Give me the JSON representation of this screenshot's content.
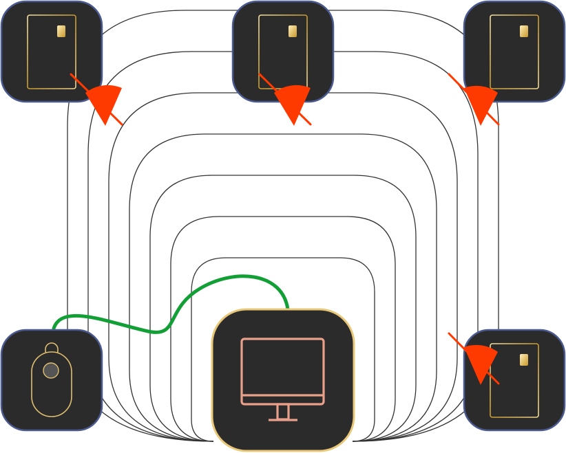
{
  "colors": {
    "background": "#ffffff",
    "tile_fill": "#2b2b2b",
    "tile_border": "#4a5a90",
    "center_tile_border": "#e8c878",
    "ring_stroke": "#333333",
    "connection": "#12a036",
    "blocked_signal": "#ff3a00",
    "card_outline_gold": "#d8b44a",
    "chip_gold": "#f0d080",
    "computer_icon": "#e8a08a",
    "tag_outline": "#e0c070",
    "tag_button": "#555555"
  },
  "diagram": {
    "center_node": {
      "name": "computer",
      "icon": "desktop-computer-icon"
    },
    "connected_nodes": [
      {
        "name": "tracking-tag",
        "icon": "bluetooth-tag-icon",
        "link_to": "computer"
      }
    ],
    "blocked_nodes": [
      {
        "name": "card-top-left",
        "icon": "smart-card-icon",
        "badge": "no-signal-icon"
      },
      {
        "name": "card-top-center",
        "icon": "smart-card-icon",
        "badge": "no-signal-icon"
      },
      {
        "name": "card-top-right",
        "icon": "smart-card-icon",
        "badge": "no-signal-icon"
      },
      {
        "name": "card-bottom-right",
        "icon": "smart-card-icon",
        "badge": "no-signal-icon"
      }
    ],
    "signal_range_rings": 7
  }
}
